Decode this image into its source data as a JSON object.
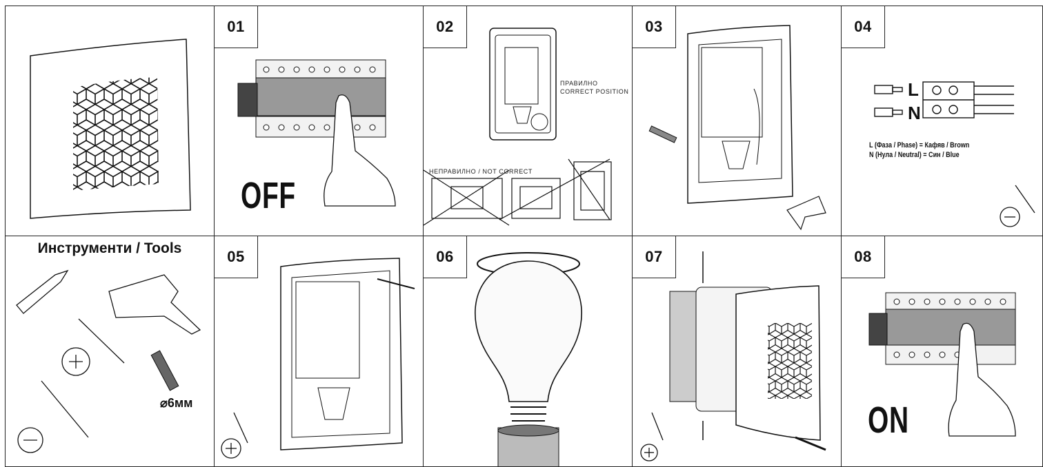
{
  "steps": {
    "s01": {
      "number": "01",
      "word": "OFF"
    },
    "s02": {
      "number": "02",
      "correct_line1": "ПРАВИЛНО",
      "correct_line2": "CORRECT POSITION",
      "incorrect": "НЕПРАВИЛНО / NOT CORRECT"
    },
    "s03": {
      "number": "03"
    },
    "s04": {
      "number": "04",
      "wire_l": "L",
      "wire_n": "N",
      "legend_l": "L (Фаза / Phase) = Кафяв / Brown",
      "legend_n": "N (Нула / Neutral) = Син / Blue"
    },
    "s05": {
      "number": "05"
    },
    "s06": {
      "number": "06"
    },
    "s07": {
      "number": "07"
    },
    "s08": {
      "number": "08",
      "word": "ON"
    }
  },
  "tools": {
    "title": "Инструменти / Tools",
    "anchor_size": "⌀6мм"
  },
  "icons": [
    "plus-screwdriver-icon",
    "minus-screwdriver-icon",
    "wall-anchor-icon",
    "pencil-icon",
    "drill-icon",
    "circuit-breaker-icon",
    "light-bulb-icon",
    "hand-pointer-icon"
  ]
}
